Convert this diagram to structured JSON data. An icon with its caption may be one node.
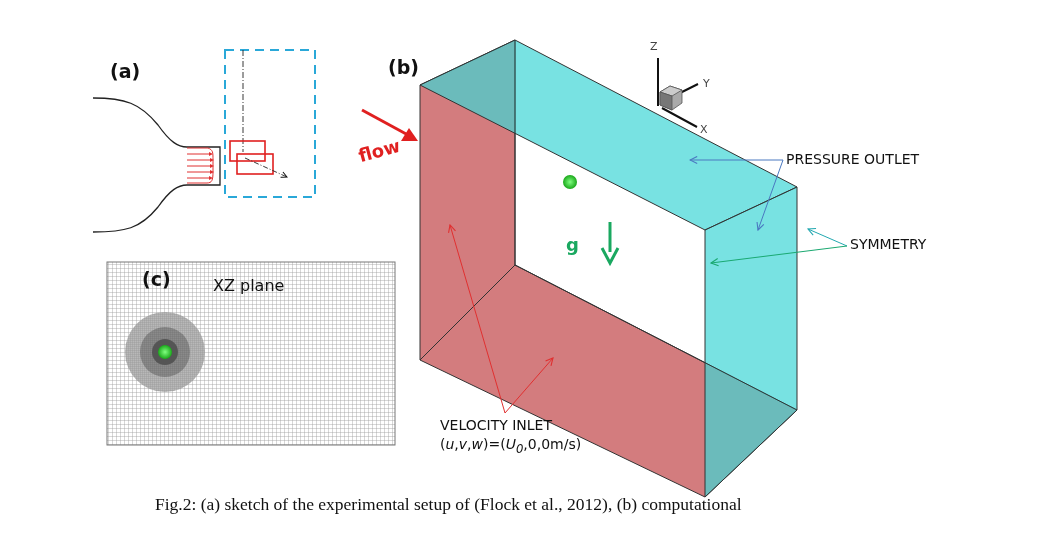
{
  "diagram": {
    "caption": "Fig.2: (a) sketch of the experimental setup of (Flock et al., 2012), (b) computational",
    "nodes": [
      {
        "text": [
          "PRESSURE OUTLET"
        ]
      },
      {
        "text": [
          "SYMMETRY"
        ]
      },
      {
        "text": [
          "VELOCITY INLET",
          "(*u*,*v*,*w*)=(*U$_{0}$*,0,0m/s)"
        ]
      }
    ],
    "edges": [
      {
        "from": 0,
        "to": null,
        "arrow": "to",
        "color": "#4a78c0"
      },
      {
        "from": 0,
        "to": null,
        "arrow": "to",
        "color": "#4a78c0"
      },
      {
        "from": 1,
        "to": null,
        "arrow": "to",
        "color": "#22a8b0"
      },
      {
        "from": 1,
        "to": null,
        "arrow": "to",
        "color": "#1aa870"
      },
      {
        "from": 2,
        "to": null,
        "arrow": "to",
        "color": "#e03030"
      },
      {
        "from": 2,
        "to": null,
        "arrow": "to",
        "color": "#e03030"
      }
    ],
    "labels": [
      "(a)",
      "(b)",
      "Z",
      "Y",
      "X",
      "flow",
      "g",
      "(c)",
      "XZ plane"
    ]
  }
}
